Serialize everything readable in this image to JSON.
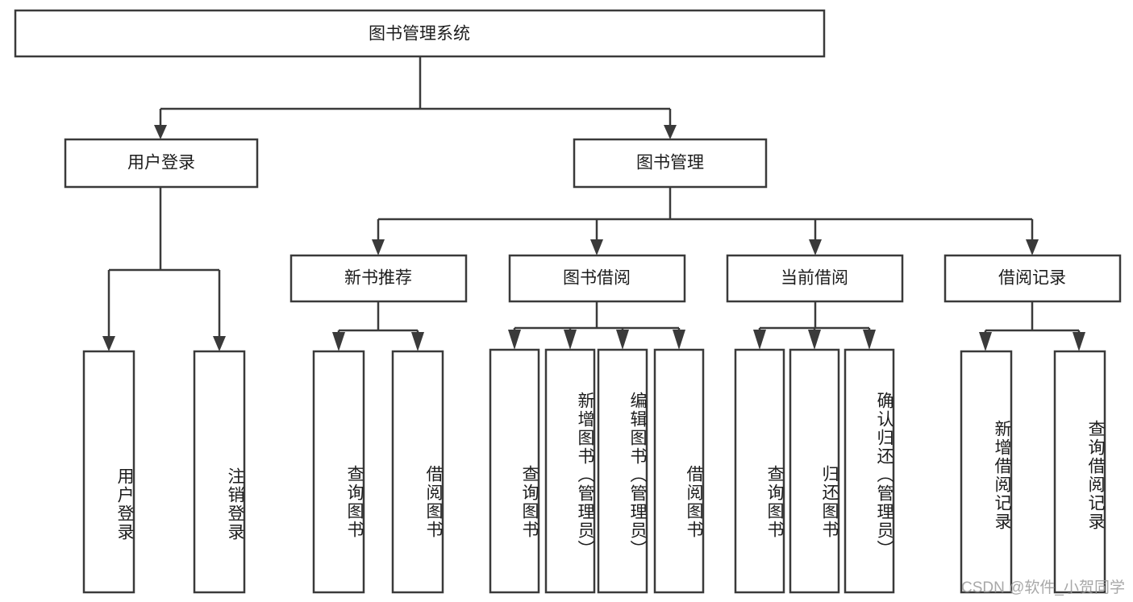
{
  "diagram": {
    "title": "图书管理系统",
    "type": "tree-hierarchy-diagram",
    "colors": {
      "box_stroke": "#3a3a3a",
      "box_fill": "#ffffff",
      "text": "#1c1c1c",
      "background": "#ffffff",
      "watermark": "#9a9a9a"
    },
    "root": {
      "label": "图书管理系统"
    },
    "level2": [
      {
        "label": "用户登录"
      },
      {
        "label": "图书管理"
      }
    ],
    "level3": [
      {
        "label": "新书推荐"
      },
      {
        "label": "图书借阅"
      },
      {
        "label": "当前借阅"
      },
      {
        "label": "借阅记录"
      }
    ],
    "leaves": {
      "user_login": [
        {
          "label": "用户登录"
        },
        {
          "label": "注销登录"
        }
      ],
      "new_book_recommend": [
        {
          "label": "查询图书"
        },
        {
          "label": "借阅图书"
        }
      ],
      "book_borrow": [
        {
          "label": "查询图书"
        },
        {
          "label": "新增图书（管理员）"
        },
        {
          "label": "编辑图书（管理员）"
        },
        {
          "label": "借阅图书"
        }
      ],
      "current_borrow": [
        {
          "label": "查询图书"
        },
        {
          "label": "归还图书"
        },
        {
          "label": "确认归还（管理员）"
        }
      ],
      "borrow_record": [
        {
          "label": "新增借阅记录"
        },
        {
          "label": "查询借阅记录"
        }
      ]
    }
  },
  "watermark": {
    "text": "CSDN @软件_小贺同学"
  }
}
